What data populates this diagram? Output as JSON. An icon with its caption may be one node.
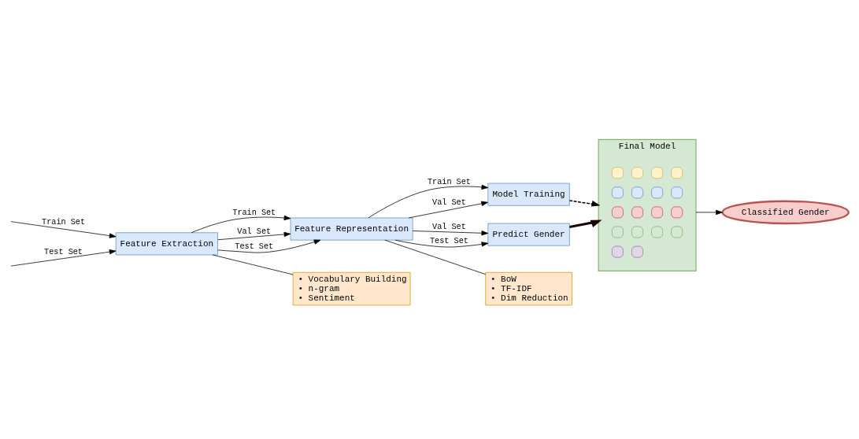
{
  "diagram": {
    "nodes": [
      {
        "text": [
          "Feature Extraction"
        ]
      },
      {
        "text": [
          "Feature Representation"
        ]
      },
      {
        "text": [
          "Model Training"
        ]
      },
      {
        "text": [
          "Predict Gender"
        ]
      },
      {
        "text": [
          "Final Model"
        ]
      },
      {
        "text": [
          "• Vocabulary Building",
          "• n-gram",
          "• Sentiment"
        ]
      },
      {
        "text": [
          "• BoW",
          "• TF-IDF",
          "• Dim Reduction"
        ]
      },
      {
        "text": [
          "Classified Gender"
        ]
      },
      {
        "text": [],
        "shape": "picture",
        "in": 4
      }
    ],
    "edges": [
      {
        "from": null,
        "to": 0,
        "arrow": "to",
        "label": "Train Set"
      },
      {
        "from": null,
        "to": 0,
        "arrow": "to",
        "label": "Test Set"
      },
      {
        "from": 0,
        "to": 1,
        "arrow": "to",
        "label": "Train Set"
      },
      {
        "from": 0,
        "to": 1,
        "arrow": "to",
        "label": "Val Set"
      },
      {
        "from": 0,
        "to": 1,
        "arrow": "to",
        "label": "Test Set"
      },
      {
        "from": 1,
        "to": 2,
        "arrow": "to",
        "label": "Train Set"
      },
      {
        "from": 1,
        "to": 2,
        "arrow": "to",
        "label": "Val Set"
      },
      {
        "from": 1,
        "to": 3,
        "arrow": "to",
        "label": "Val Set"
      },
      {
        "from": 1,
        "to": 3,
        "arrow": "to",
        "label": "Test Set"
      },
      {
        "from": 0,
        "to": 5,
        "arrow": "none"
      },
      {
        "from": 1,
        "to": 6,
        "arrow": "none"
      },
      {
        "from": 2,
        "to": 4,
        "arrow": "to",
        "style": "dashed"
      },
      {
        "from": 3,
        "to": 4,
        "arrow": "to",
        "style": "thick",
        "color": "#1a0000"
      },
      {
        "from": 4,
        "to": 7,
        "arrow": "to"
      }
    ]
  }
}
